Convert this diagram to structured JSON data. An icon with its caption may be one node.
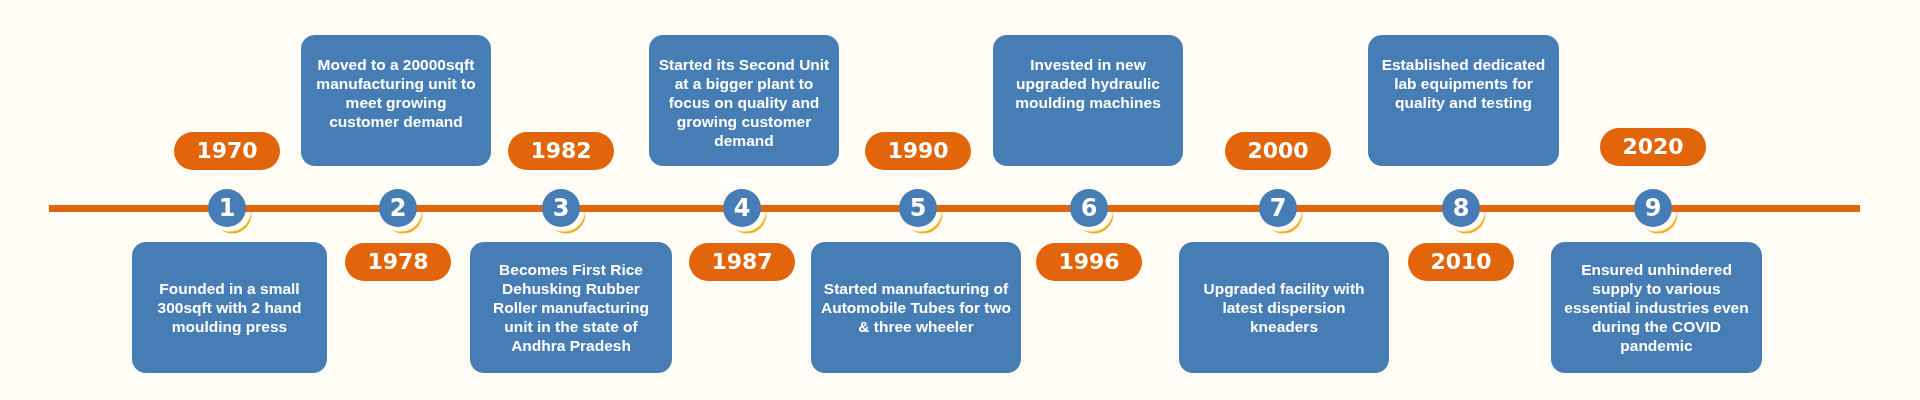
{
  "diagram": {
    "nodes": [
      {
        "text": [
          "1970"
        ]
      },
      {
        "text": [
          "1"
        ]
      },
      {
        "text": [
          "Founded in a small 300sqft with 2 hand moulding press"
        ]
      },
      {
        "text": [
          "1978"
        ]
      },
      {
        "text": [
          "2"
        ]
      },
      {
        "text": [
          "Moved to a 20000sqft manufacturing unit to meet growing customer demand"
        ]
      },
      {
        "text": [
          "1982"
        ]
      },
      {
        "text": [
          "3"
        ]
      },
      {
        "text": [
          "Becomes First Rice Dehusking Rubber Roller manufacturing unit in the state of Andhra Pradesh"
        ]
      },
      {
        "text": [
          "1987"
        ]
      },
      {
        "text": [
          "4"
        ]
      },
      {
        "text": [
          "Started its Second Unit at a bigger plant to focus on quality and growing customer demand"
        ]
      },
      {
        "text": [
          "1990"
        ]
      },
      {
        "text": [
          "5"
        ]
      },
      {
        "text": [
          "Started manufacturing of Automobile Tubes for two & three wheeler"
        ]
      },
      {
        "text": [
          "1996"
        ]
      },
      {
        "text": [
          "6"
        ]
      },
      {
        "text": [
          "Invested in new upgraded hydraulic moulding machines"
        ]
      },
      {
        "text": [
          "2000"
        ]
      },
      {
        "text": [
          "7"
        ]
      },
      {
        "text": [
          "Upgraded facility with latest dispersion kneaders"
        ]
      },
      {
        "text": [
          "2010"
        ]
      },
      {
        "text": [
          "8"
        ]
      },
      {
        "text": [
          "Established dedicated lab equipments for quality and testing"
        ]
      },
      {
        "text": [
          "2020"
        ]
      },
      {
        "text": [
          "9"
        ]
      },
      {
        "text": [
          "Ensured unhindered supply to various essential industries even during the COVID pandemic"
        ]
      }
    ]
  }
}
